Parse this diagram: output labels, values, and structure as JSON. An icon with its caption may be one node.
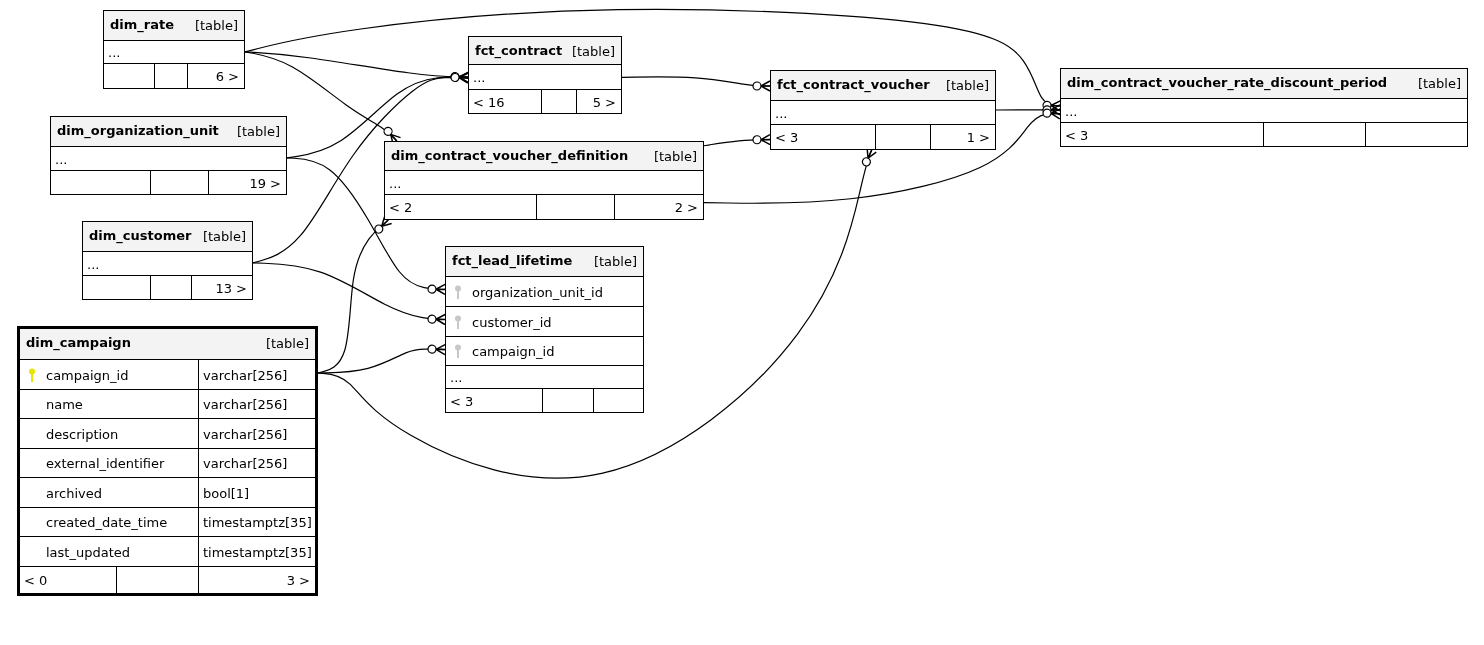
{
  "diagram": {
    "nodes": [
      {
        "text": [
          "dim_rate",
          "[table]",
          "...",
          "6 >"
        ]
      },
      {
        "text": [
          "fct_contract",
          "[table]",
          "...",
          "< 16",
          "5 >"
        ]
      },
      {
        "text": [
          "dim_organization_unit",
          "[table]",
          "...",
          "19 >"
        ]
      },
      {
        "text": [
          "dim_contract_voucher_definition",
          "[table]",
          "...",
          "< 2",
          "2 >"
        ]
      },
      {
        "text": [
          "fct_contract_voucher",
          "[table]",
          "...",
          "< 3",
          "1 >"
        ]
      },
      {
        "text": [
          "dim_contract_voucher_rate_discount_period",
          "[table]",
          "...",
          "< 3"
        ]
      },
      {
        "text": [
          "dim_customer",
          "[table]",
          "...",
          "13 >"
        ]
      },
      {
        "text": [
          "fct_lead_lifetime",
          "[table]",
          "organization_unit_id",
          "customer_id",
          "campaign_id",
          "...",
          "< 3"
        ]
      },
      {
        "text": [
          "dim_campaign",
          "[table]",
          "campaign_id",
          "varchar[256]",
          "name",
          "varchar[256]",
          "description",
          "varchar[256]",
          "external_identifier",
          "varchar[256]",
          "archived",
          "bool[1]",
          "created_date_time",
          "timestamptz[35]",
          "last_updated",
          "timestamptz[35]",
          "< 0",
          "3 >"
        ]
      }
    ],
    "edges": [
      {
        "from": 0,
        "to": 1,
        "arrow": "other"
      },
      {
        "from": 0,
        "to": 3,
        "arrow": "other"
      },
      {
        "from": 0,
        "to": 5,
        "arrow": "other"
      },
      {
        "from": 2,
        "to": 1,
        "arrow": "other"
      },
      {
        "from": 2,
        "to": 7,
        "arrow": "other"
      },
      {
        "from": 6,
        "to": 1,
        "arrow": "other"
      },
      {
        "from": 6,
        "to": 7,
        "arrow": "other"
      },
      {
        "from": 8,
        "to": 7,
        "arrow": "other"
      },
      {
        "from": 8,
        "to": 3,
        "arrow": "other"
      },
      {
        "from": 8,
        "to": 4,
        "arrow": "other"
      },
      {
        "from": 1,
        "to": 4,
        "arrow": "other"
      },
      {
        "from": 3,
        "to": 4,
        "arrow": "other"
      },
      {
        "from": 4,
        "to": 5,
        "arrow": "other"
      },
      {
        "from": 3,
        "to": 5,
        "arrow": "other"
      }
    ]
  }
}
